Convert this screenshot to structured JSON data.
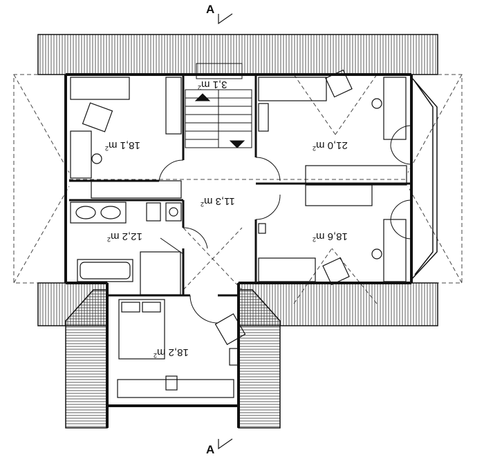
{
  "plan": {
    "section_marker": "A",
    "rooms": [
      {
        "id": "bedroom-nw",
        "area": "18,1",
        "unit": "m",
        "exp": "2"
      },
      {
        "id": "bedroom-ne",
        "area": "21,0",
        "unit": "m",
        "exp": "2"
      },
      {
        "id": "hall",
        "area": "11,3",
        "unit": "m",
        "exp": "2"
      },
      {
        "id": "bathroom",
        "area": "12,2",
        "unit": "m",
        "exp": "2"
      },
      {
        "id": "bedroom-se",
        "area": "18,6",
        "unit": "m",
        "exp": "2"
      },
      {
        "id": "bedroom-s",
        "area": "18,2",
        "unit": "m",
        "exp": "2"
      },
      {
        "id": "stair",
        "area": "3,1",
        "unit": "m",
        "exp": "2"
      }
    ]
  },
  "colors": {
    "line": "#111111",
    "hatch": "#333333",
    "background": "#ffffff"
  }
}
